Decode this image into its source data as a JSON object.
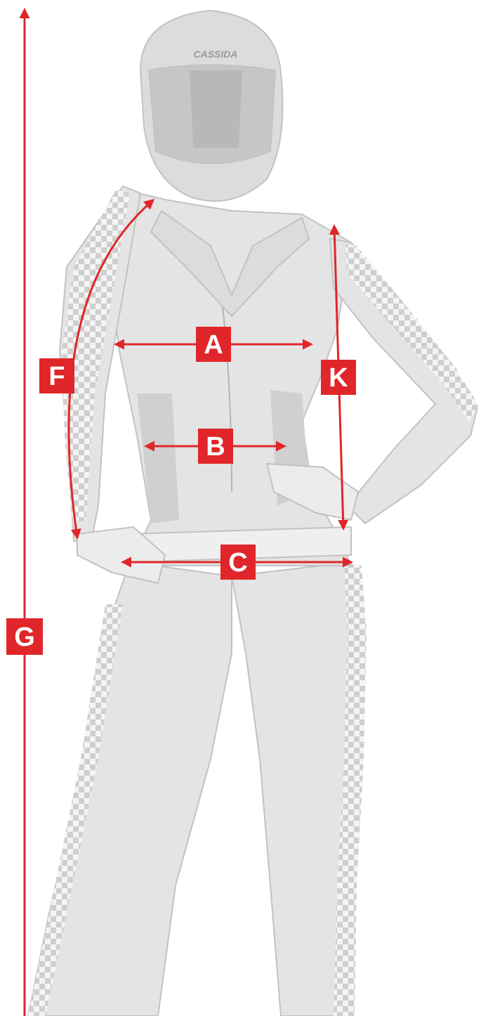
{
  "colors": {
    "accent": "#e0262a",
    "figure_fill": "#e4e4e4",
    "figure_shade": "#d0d0d0",
    "figure_line": "#c2c2c2",
    "checker_light": "#f4f4f4",
    "checker_dark": "#cfcfcf"
  },
  "helmet_brand": "CASSIDA",
  "measurements": [
    {
      "id": "A",
      "label": "A"
    },
    {
      "id": "B",
      "label": "B"
    },
    {
      "id": "C",
      "label": "C"
    },
    {
      "id": "F",
      "label": "F"
    },
    {
      "id": "G",
      "label": "G"
    },
    {
      "id": "K",
      "label": "K"
    }
  ]
}
